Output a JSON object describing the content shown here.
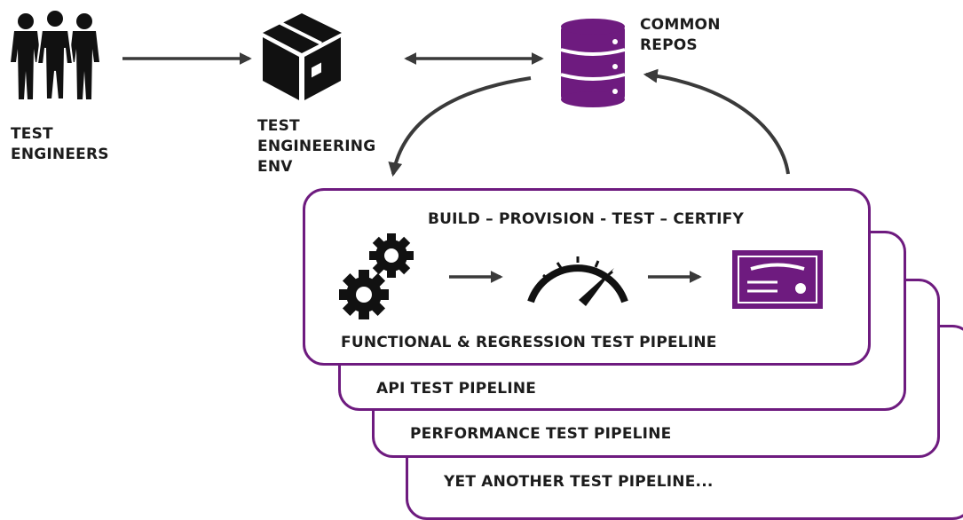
{
  "actors": {
    "engineers_label": [
      "TEST",
      "ENGINEERS"
    ],
    "env_label": [
      "TEST",
      "ENGINEERING",
      "ENV"
    ],
    "repos_label": [
      "COMMON",
      "REPOS"
    ]
  },
  "pipelines": {
    "main": {
      "stages": "BUILD – PROVISION - TEST – CERTIFY",
      "label": "FUNCTIONAL & REGRESSION TEST PIPELINE"
    },
    "stack": [
      "API TEST PIPELINE",
      "PERFORMANCE TEST PIPELINE",
      "YET ANOTHER TEST PIPELINE..."
    ]
  },
  "colors": {
    "accent": "#6e1b7f",
    "icon": "#111111",
    "arrow": "#3a3a3a"
  },
  "icons": [
    "people-icon",
    "box-icon",
    "database-icon",
    "gears-icon",
    "speedometer-icon",
    "certificate-icon"
  ]
}
